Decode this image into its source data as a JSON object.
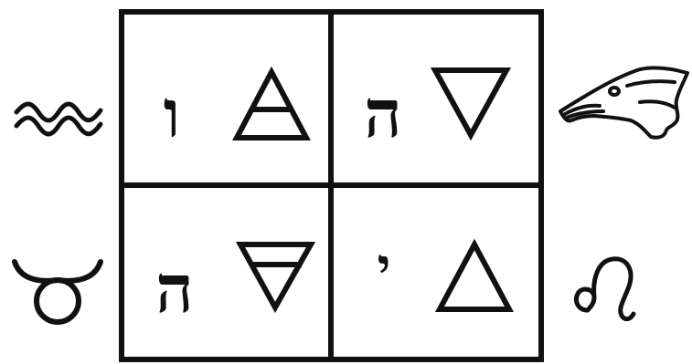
{
  "grid": {
    "cells": [
      {
        "letter": "ו",
        "element_icon": "air-triangle-icon"
      },
      {
        "letter": "ה",
        "element_icon": "water-triangle-icon"
      },
      {
        "letter": "ה",
        "element_icon": "earth-triangle-icon"
      },
      {
        "letter": "י",
        "element_icon": "fire-triangle-icon"
      }
    ]
  },
  "side_symbols": {
    "top_left": "aquarius-wavy-lines-icon",
    "top_right": "eagle-head-icon",
    "bottom_left": "taurus-icon",
    "bottom_right": "leo-icon"
  },
  "colors": {
    "ink": "#111111",
    "background": "#ffffff"
  }
}
